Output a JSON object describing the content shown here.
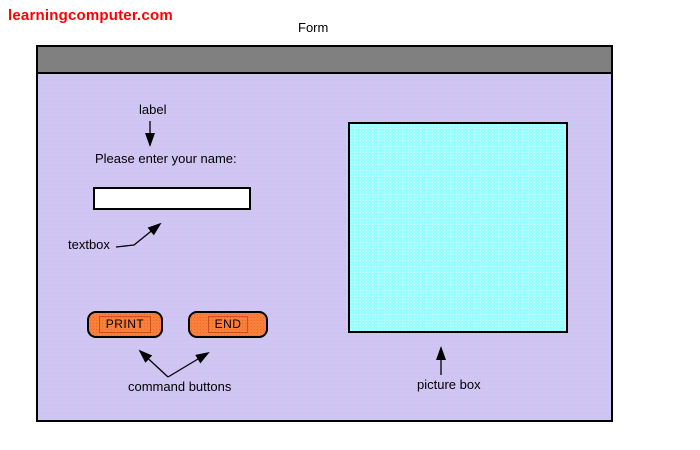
{
  "header": {
    "site": "learningcomputer.com",
    "form_label": "Form"
  },
  "form": {
    "prompt": "Please enter your name:",
    "textbox_value": "",
    "buttons": [
      {
        "label": "PRINT"
      },
      {
        "label": "END"
      }
    ]
  },
  "annotations": {
    "label": "label",
    "textbox": "textbox",
    "command_buttons": "command buttons",
    "picture_box": "picture box"
  },
  "colors": {
    "site_title": "#ff0000",
    "titlebar": "#808080",
    "window_body": "#ccccf4",
    "picture_box": "#99ffff",
    "button": "#f9803a",
    "arrow": "#000000"
  }
}
